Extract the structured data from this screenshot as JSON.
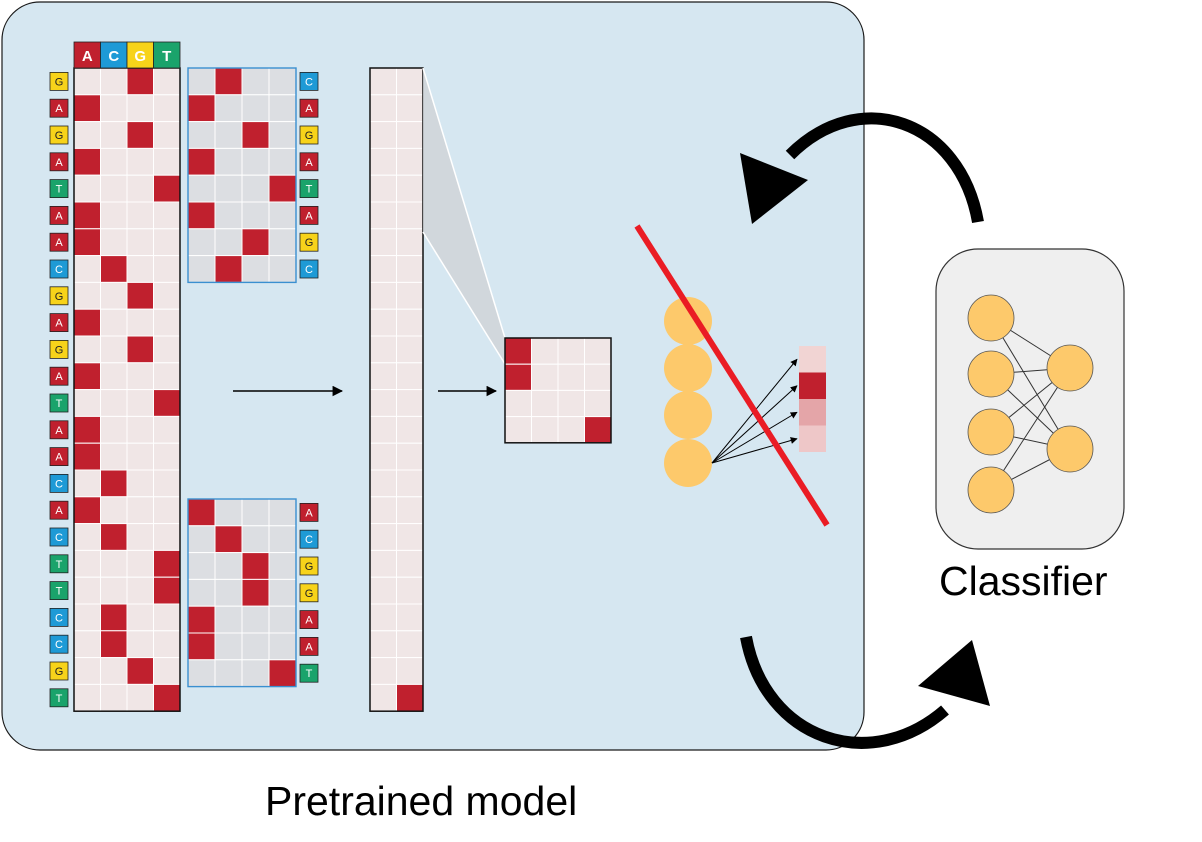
{
  "labels": {
    "pretrained": "Pretrained model",
    "classifier": "Classifier"
  },
  "alphabet": [
    "A",
    "C",
    "G",
    "T"
  ],
  "colors": {
    "A": "#c0202e",
    "C": "#1e9ad6",
    "G": "#f7d31a",
    "T": "#1aa36b",
    "hot": "#c0202e",
    "cell_light": "#f0e6e6",
    "cell_gray": "#dcdee2",
    "panel": "#d6e7f1",
    "neuron": "#fdc96b",
    "cross": "#ea1c24"
  },
  "sequence": [
    "G",
    "A",
    "G",
    "A",
    "T",
    "A",
    "A",
    "C",
    "G",
    "A",
    "G",
    "A",
    "T",
    "A",
    "A",
    "C",
    "A",
    "C",
    "T",
    "T",
    "C",
    "C",
    "G",
    "T"
  ],
  "window_top": [
    "C",
    "A",
    "G",
    "A",
    "T",
    "A",
    "G",
    "C"
  ],
  "window_bottom": [
    "A",
    "C",
    "G",
    "G",
    "A",
    "A",
    "T"
  ],
  "small_grid_hot": [
    [
      0,
      0
    ],
    [
      1,
      0
    ],
    [
      3,
      3
    ]
  ],
  "output_vector": [
    0.12,
    1.0,
    0.35,
    0.18
  ]
}
